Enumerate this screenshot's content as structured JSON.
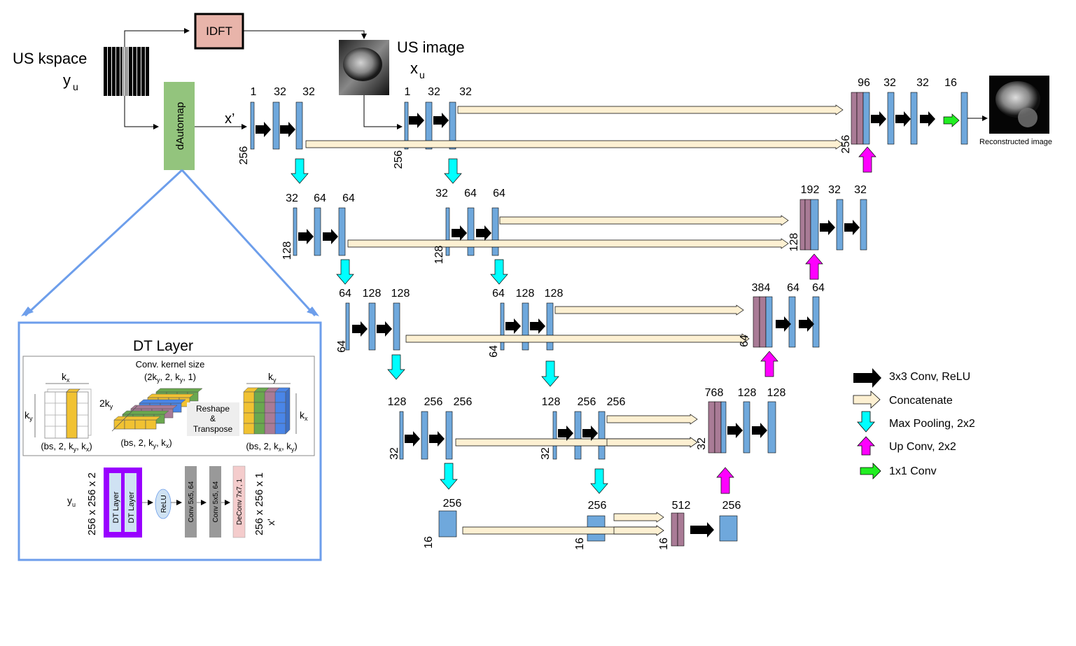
{
  "colors": {
    "conv_block": "#6fa8dc",
    "concat_block": "#a97b96",
    "concat_arrow": "#fdf0d2",
    "pool_arrow": "#00ffff",
    "upconv_arrow": "#ff00ff",
    "conv1x1_arrow": "#22ee22",
    "conv_arrow": "#000000",
    "idft_box": "#e8b4aa",
    "dautomap_box": "#93c47d",
    "panel_border": "#6d9eeb",
    "dt_purple": "#9900ff",
    "dt_layer": "#cfe2f3",
    "conv_gray": "#999999",
    "deconv_pink": "#f4cccc",
    "relu_ellipse": "#cfe2f3",
    "cube_colors": [
      "#f1c232",
      "#6aa84f",
      "#a97b96",
      "#4a86e8"
    ]
  },
  "inputs": {
    "kspace_title": "US kspace",
    "kspace_symbol": "y",
    "kspace_sub": "u",
    "idft_label": "IDFT",
    "dautomap_label": "dAutomap",
    "image_title": "US image",
    "image_symbol": "x",
    "image_sub": "u",
    "xprime_label": "x’"
  },
  "labels": {
    "a": [
      "1",
      "32",
      "32"
    ],
    "a_side": "256",
    "b": [
      "1",
      "32",
      "32"
    ],
    "b_side": "256",
    "a2": [
      "32",
      "64",
      "64"
    ],
    "a2_side": "128",
    "b2": [
      "32",
      "64",
      "64"
    ],
    "b2_side": "128",
    "a3": [
      "64",
      "128",
      "128"
    ],
    "a3_side": "64",
    "b3": [
      "64",
      "128",
      "128"
    ],
    "b3_side": "64",
    "a4": [
      "128",
      "256",
      "256"
    ],
    "a4_side": "32",
    "b4": [
      "128",
      "256",
      "256"
    ],
    "b4_side": "32",
    "a5": "256",
    "a5_side": "16",
    "b5": "256",
    "b5_side": "16",
    "c5": "512",
    "c5_side": "16",
    "c5_out": "256",
    "u4": [
      "768",
      "128",
      "128"
    ],
    "u4_side": "32",
    "u3": [
      "384",
      "64",
      "64"
    ],
    "u3_side": "64",
    "u2": [
      "192",
      "32",
      "32"
    ],
    "u2_side": "128",
    "u1": [
      "96",
      "32",
      "32",
      "16"
    ],
    "u1_side": "256",
    "output_caption": "Reconstructed image"
  },
  "legend": [
    {
      "icon": "conv-arrow-icon",
      "label": "3x3 Conv, ReLU"
    },
    {
      "icon": "concat-arrow-icon",
      "label": "Concatenate"
    },
    {
      "icon": "pool-arrow-icon",
      "label": "Max Pooling, 2x2"
    },
    {
      "icon": "upconv-arrow-icon",
      "label": "Up Conv, 2x2"
    },
    {
      "icon": "conv1x1-arrow-icon",
      "label": "1x1 Conv"
    }
  ],
  "dt_panel": {
    "title": "DT Layer",
    "kernel_title": "Conv. kernel size",
    "kernel_shape_pre": "(2k",
    "kernel_shape_mid": ", 2, k",
    "kernel_shape_post": ", 1)",
    "sub_y": "y",
    "sub_x": "x",
    "k": "k",
    "two_k": "2k",
    "input_shape_pre": "(bs, 2, k",
    "input_shape_mid": ", k",
    "input_shape_post": ")",
    "reshape_line1": "Reshape",
    "reshape_line2": "&",
    "reshape_line3": "Transpose",
    "pipeline_in_symbol": "y",
    "pipeline_in_sub": "u",
    "pipeline_in_shape": "256 x 256 x 2",
    "dt_layer_label": "DT Layer",
    "relu_label": "ReLU",
    "conv1_label": "Conv 5x5, 64",
    "conv2_label": "Conv 5x5, 64",
    "deconv_label": "DeConv 7x7, 1",
    "pipeline_out_shape": "256 x 256 x 1",
    "pipeline_out_symbol": "x'"
  }
}
